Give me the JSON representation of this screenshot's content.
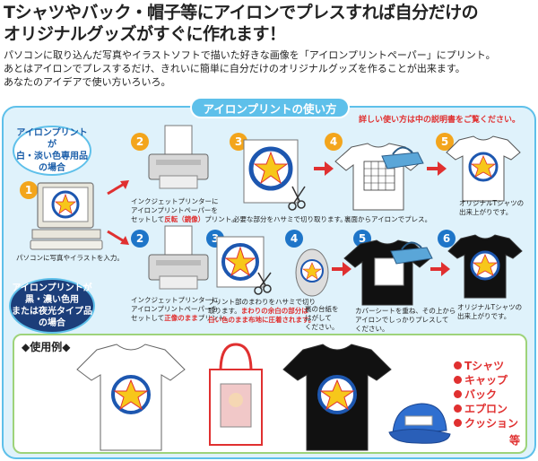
{
  "headline": {
    "line1": "Tシャツやバック・帽子等にアイロンでプレスすれば自分だけの",
    "line2": "オリジナルグッズがすぐに作れます！"
  },
  "intro": {
    "line1": "パソコンに取り込んだ写真やイラストソフトで描いた好きな画像を「アイロンプリントペーパー」にプリント。",
    "line2": "あとはアイロンでプレスするだけ、きれいに簡単に自分だけのオリジナルグッズを作ることが出来ます。",
    "line3": "あなたのアイデアで使い方いろいろ。"
  },
  "panel": {
    "title": "アイロンプリントの使い方",
    "detail_note": "詳しい使い方は中の説明書をご覧ください。"
  },
  "category_white": {
    "line1": "アイロンプリントが",
    "line2": "白・淡い色専用品",
    "line3": "の場合"
  },
  "category_dark": {
    "line1": "アイロンプリントが",
    "line2": "黒・濃い色用",
    "line3": "または夜光タイプ品",
    "line4": "の場合"
  },
  "steps": {
    "s1": {
      "num": "1",
      "caption": "パソコンに写真やイラストを入力。"
    },
    "top2": {
      "num": "2",
      "c1": "インクジェットプリンターに",
      "c2": "アイロンプリントペーパーを",
      "c3a": "セットして",
      "c3b": "反転（鏡像）",
      "c3c": "プリント。"
    },
    "top3": {
      "num": "3",
      "caption": "必要な部分をハサミで切り取ります。"
    },
    "top4": {
      "num": "4",
      "caption": "裏面からアイロンでプレス。"
    },
    "top5": {
      "num": "5",
      "c1": "オリジナルTシャツの",
      "c2": "出来上がりです。"
    },
    "bot2": {
      "num": "2",
      "c1": "インクジェットプリンターに",
      "c2": "アイロンプリントペーパーを",
      "c3a": "セットして",
      "c3b": "正像のまま",
      "c3c": "プリント。"
    },
    "bot3": {
      "num": "3",
      "c1": "プリント部のまわりをハサミで切り",
      "c2": "取ります。",
      "c2b": "まわりの余白の部分は",
      "c3": "白い色のまま布地に圧着されます。"
    },
    "bot4": {
      "num": "4",
      "c1": "裏の台紙を",
      "c2": "はがして",
      "c3": "ください。"
    },
    "bot5": {
      "num": "5",
      "c1": "カバーシートを重ね、その上から",
      "c2": "アイロンでしっかりプレスして",
      "c3": "ください。"
    },
    "bot6": {
      "num": "6",
      "c1": "オリジナルTシャツの",
      "c2": "出来上がりです。"
    }
  },
  "example": {
    "title": "◆使用例◆",
    "uses": [
      "Tシャツ",
      "キャップ",
      "バック",
      "エプロン",
      "クッション"
    ],
    "etc": "等"
  },
  "colors": {
    "panel_bg": "#dff2fb",
    "panel_border": "#5ec0ea",
    "accent_red": "#e03030",
    "step_yellow": "#f3a51c",
    "step_blue": "#1e75c8",
    "example_border": "#9ed37a"
  }
}
